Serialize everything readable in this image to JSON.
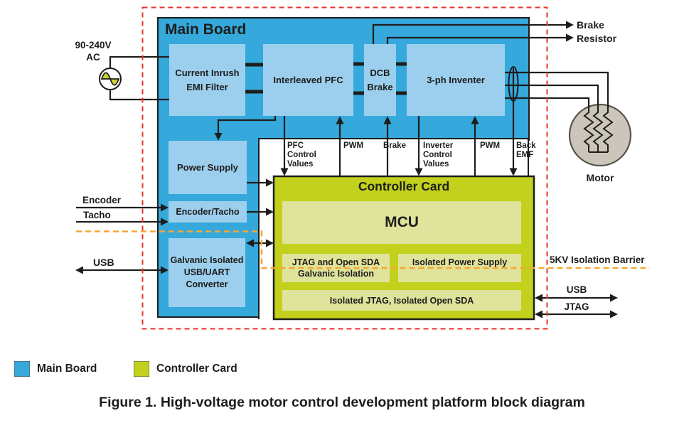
{
  "page": {
    "caption": "Figure 1. High-voltage motor control development platform block diagram"
  },
  "colors": {
    "main_board": "#35a8dc",
    "light_blue": "#9ccfed",
    "controller_card": "#c3d11c",
    "controller_inner": "#dfe39b",
    "motor_gray": "#cbc6b9",
    "barrier_red": "#e8332a",
    "barrier_orange": "#f5a733",
    "ac_wave_fill": "#c9d32e",
    "wire": "#1d1d1b"
  },
  "main_board": {
    "title": "Main Board",
    "blocks": {
      "emi": "Current Inrush\nEMI Filter",
      "pfc": "Interleaved PFC",
      "dcb": "DCB\nBrake",
      "inverter": "3-ph Inventer",
      "power_supply": "Power Supply",
      "encoder_tacho": "Encoder/Tacho",
      "galvanic_usb": "Galvanic Isolated\nUSB/UART\nConverter"
    }
  },
  "controller_card": {
    "title": "Controller Card",
    "mcu": "MCU",
    "jtag_galvanic": "JTAG and Open SDA\nGalvanic Isolation",
    "isolated_power": "Isolated Power Supply",
    "isolated_jtag": "Isolated JTAG, Isolated Open SDA"
  },
  "signals": {
    "pfc_control": "PFC\nControl\nValues",
    "pwm_left": "PWM",
    "brake": "Brake",
    "inverter_control": "Inverter\nControl\nValues",
    "pwm_right": "PWM",
    "back_emf": "Back\nEMF"
  },
  "external": {
    "ac_input": "90-240V\nAC",
    "encoder": "Encoder",
    "tacho": "Tacho",
    "usb_left": "USB",
    "brake_resistor": "Brake\nResistor",
    "motor": "Motor",
    "isolation_barrier": "5KV Isolation Barrier",
    "usb_right": "USB",
    "jtag_right": "JTAG"
  },
  "legend": {
    "main_board": "Main Board",
    "controller_card": "Controller Card"
  }
}
